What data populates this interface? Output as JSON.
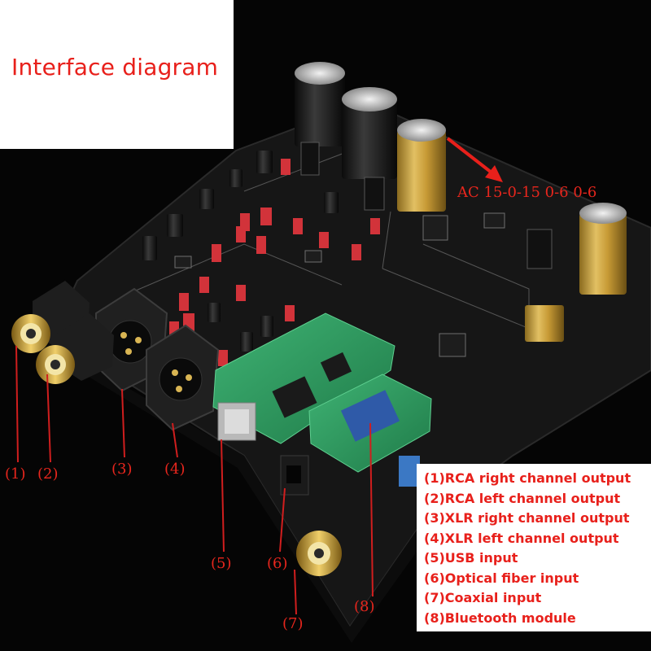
{
  "title": "Interface diagram",
  "power_input_label": "AC 15-0-15 0-6 0-6",
  "callouts": [
    "(1)",
    "(2)",
    "(3)",
    "(4)",
    "(5)",
    "(6)",
    "(7)",
    "(8)"
  ],
  "legend": [
    "(1)RCA right channel output",
    "(2)RCA left channel output",
    "(3)XLR right channel output",
    "(4)XLR left channel output",
    "(5)USB input",
    "(6)Optical fiber input",
    "(7)Coaxial input",
    "(8)Bluetooth module"
  ],
  "colors": {
    "annotation_red": "#e8201b",
    "pcb_black": "#161616",
    "gold": "#c9a036",
    "module_green": "#2f9d63"
  }
}
